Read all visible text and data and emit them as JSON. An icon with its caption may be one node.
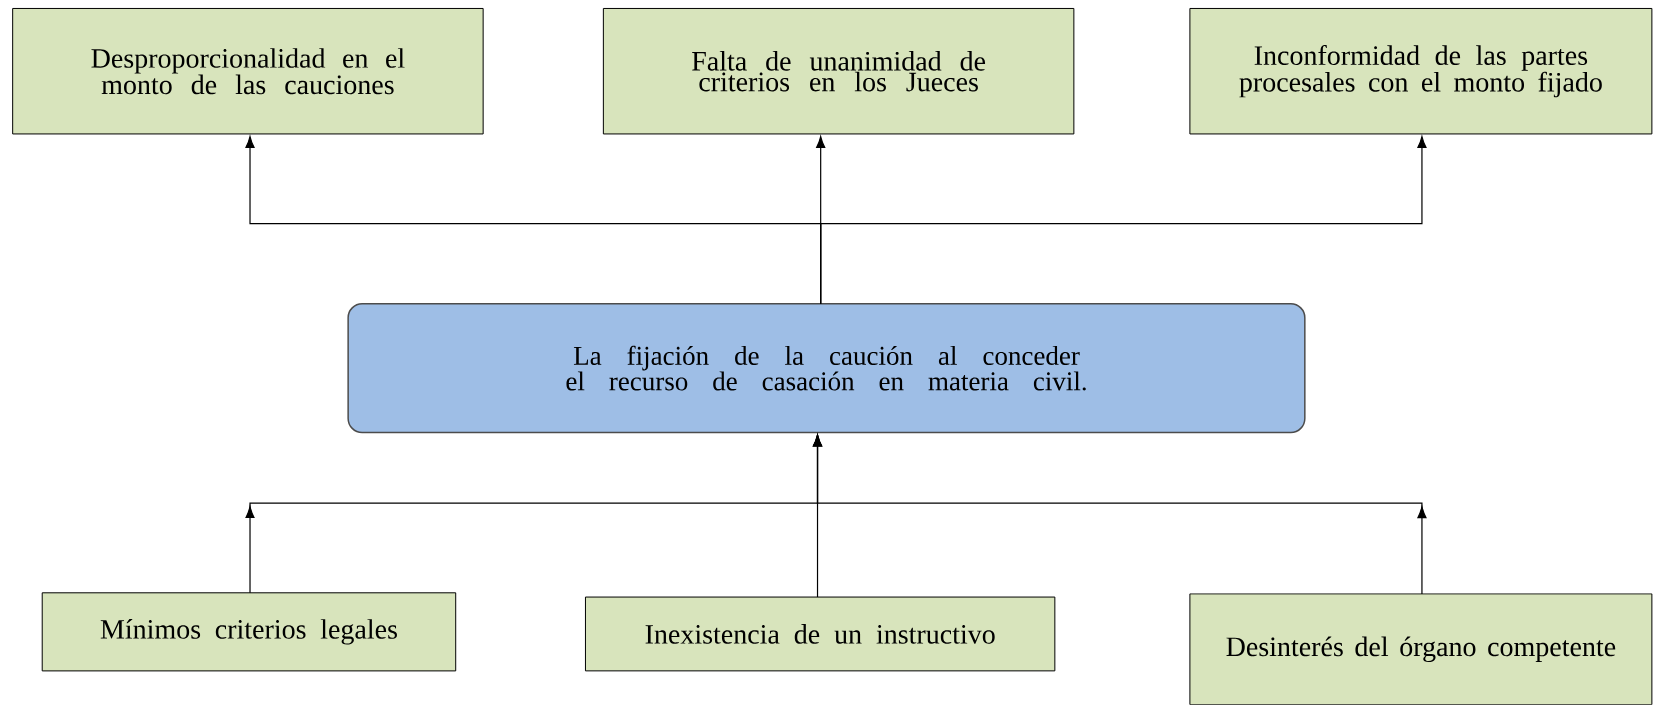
{
  "diagram": {
    "nodes": [
      {
        "text": [
          "Desproporcionalidad en el monto de las cauciones"
        ]
      },
      {
        "text": [
          "Falta de unanimidad de criterios en los Jueces"
        ]
      },
      {
        "text": [
          "Inconformidad de las partes procesales con el monto fijado"
        ]
      },
      {
        "text": [
          "La fijación de la caución al conceder el recurso de casación en materia civil."
        ]
      },
      {
        "text": [
          "Mínimos criterios legales"
        ]
      },
      {
        "text": [
          "Inexistencia de un instructivo"
        ]
      },
      {
        "text": [
          "Desinterés del órgano competente"
        ]
      }
    ],
    "edges": [
      {
        "from": 3,
        "to": 0,
        "arrow": "to"
      },
      {
        "from": 3,
        "to": 1,
        "arrow": "to"
      },
      {
        "from": 3,
        "to": 2,
        "arrow": "to"
      },
      {
        "from": 4,
        "to": 3,
        "arrow": "to"
      },
      {
        "from": 5,
        "to": 3,
        "arrow": "to"
      },
      {
        "from": 6,
        "to": 3,
        "arrow": "to"
      }
    ]
  }
}
